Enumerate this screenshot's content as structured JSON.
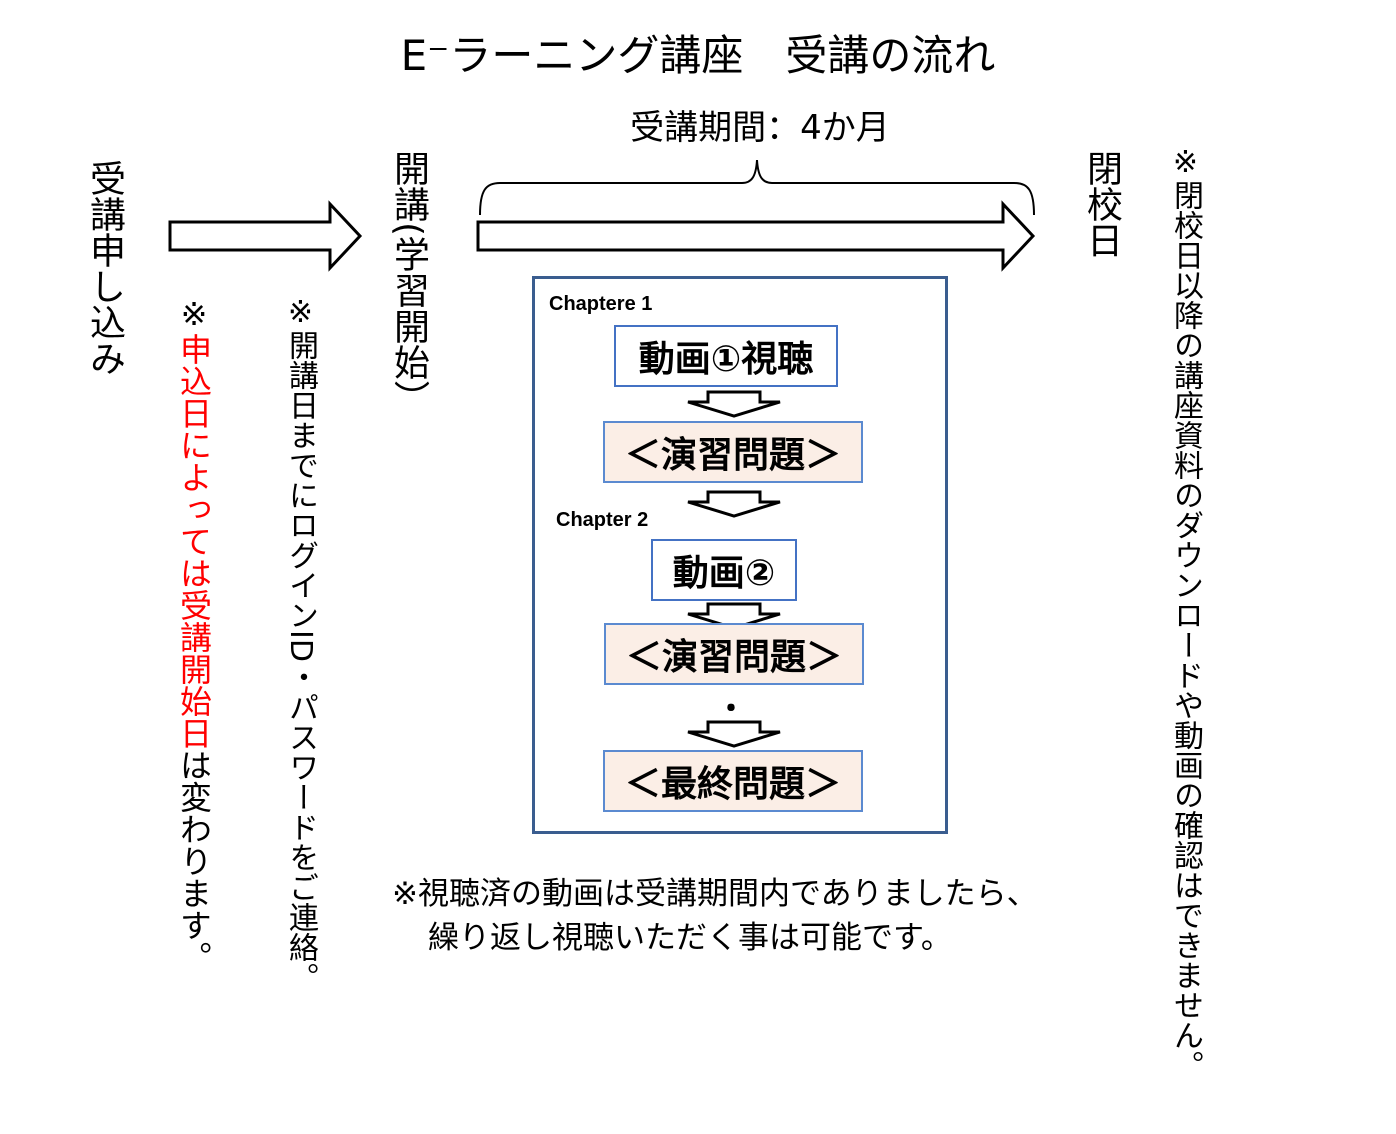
{
  "title": "E⁻ラーニング講座　受講の流れ",
  "period_label": "受講期間：4か月",
  "steps": {
    "application": "受講申し込み",
    "start": "開講(学習開始）",
    "close": "閉校日"
  },
  "notes": {
    "application_note": {
      "mark": "※",
      "red_part": "申込日によっては受講開始日",
      "rest": "は変わります。"
    },
    "start_note": "※開講日までにログインID・パスワードをご連絡。",
    "close_note": "※閉校日以降の講座資料のダウンロードや動画の確認はできません。",
    "replay_note_line1": "※視聴済の動画は受講期間内でありましたら、",
    "replay_note_line2": "繰り返し視聴いただく事は可能です。"
  },
  "flow": {
    "chapter1_label": "Chaptere 1",
    "chapter1_video": "動画①視聴",
    "chapter1_exercise": "＜演習問題＞",
    "chapter2_label": "Chapter 2",
    "chapter2_video": "動画②",
    "chapter2_exercise": "＜演習問題＞",
    "ellipsis": "・",
    "final_exam": "＜最終問題＞"
  },
  "colors": {
    "box_border": "#4472c4",
    "exercise_fill": "#fbeee6",
    "flow_frame": "#3a5d8f",
    "note_red": "#ff0000"
  }
}
